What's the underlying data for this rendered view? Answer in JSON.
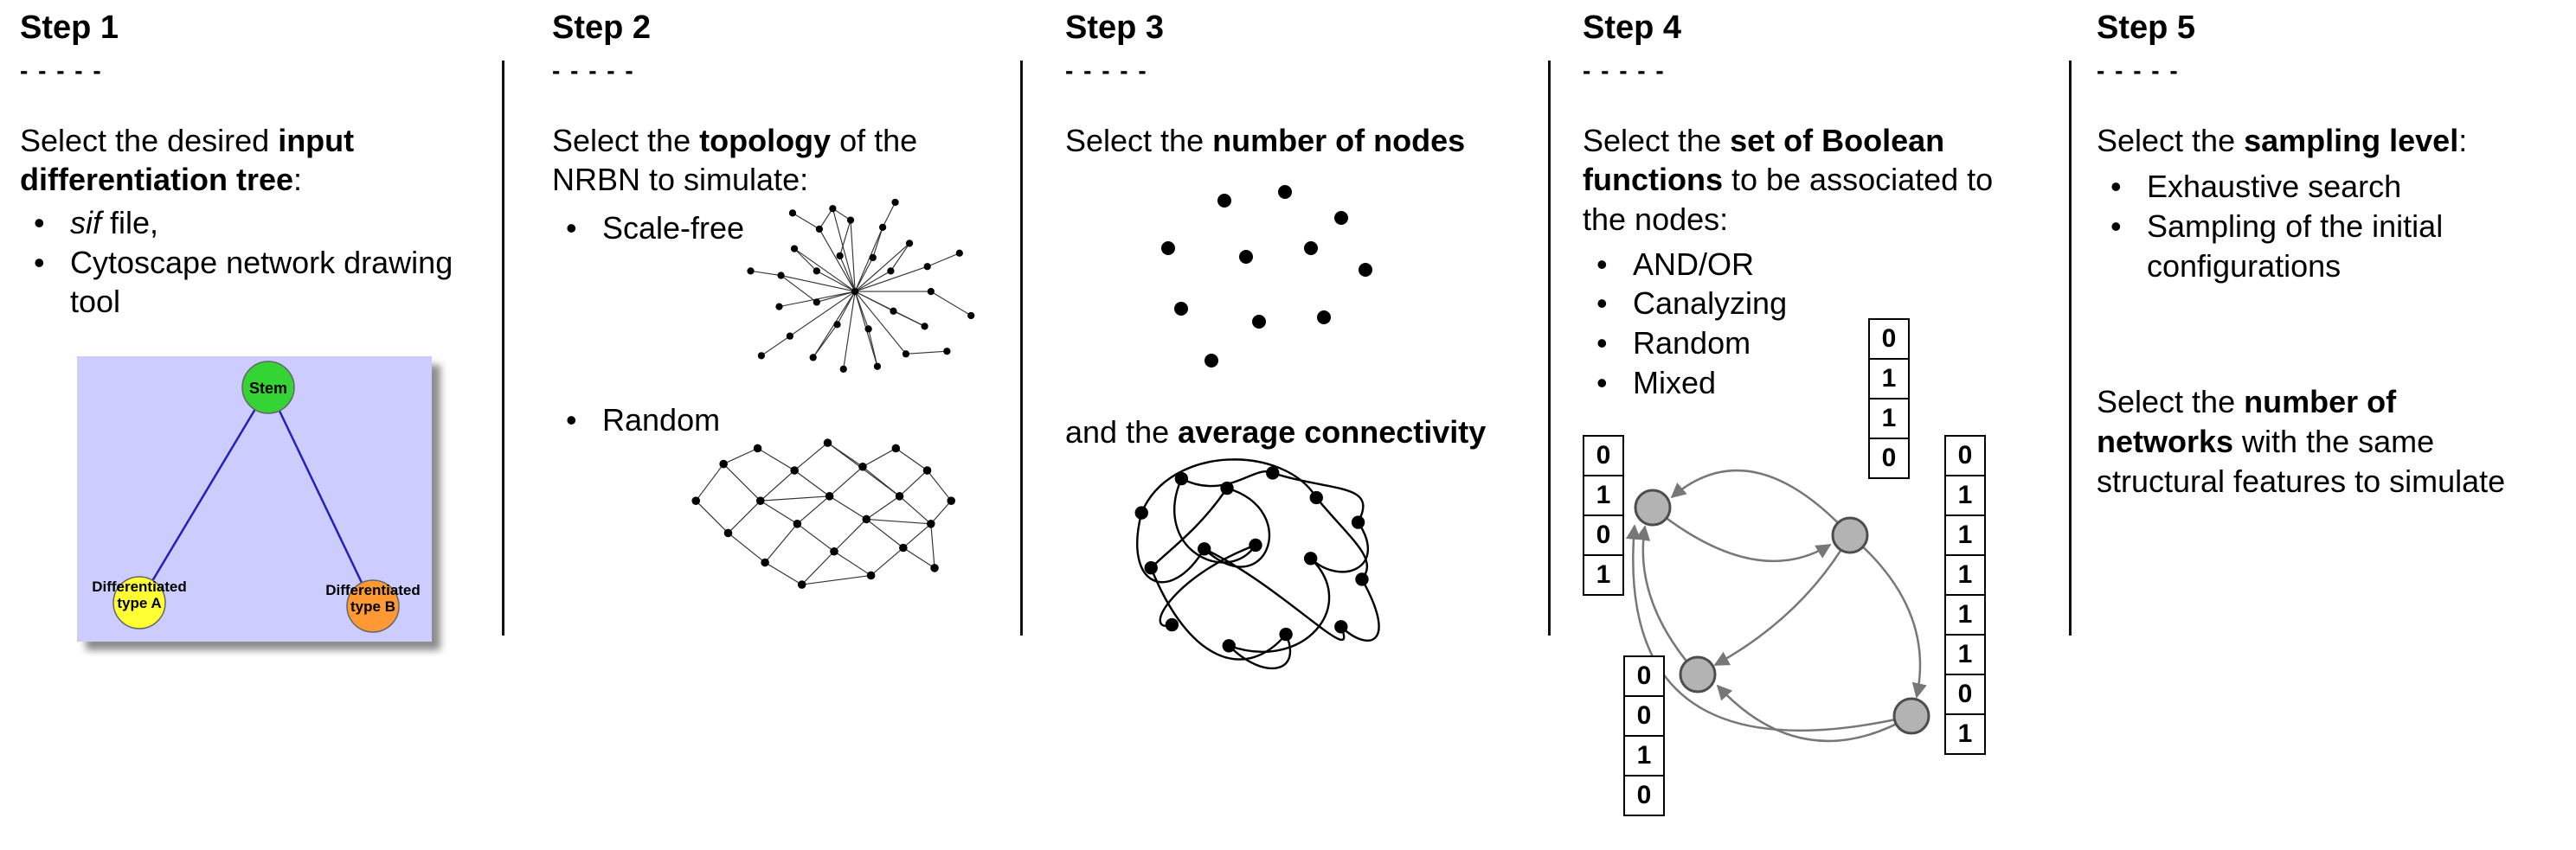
{
  "step1": {
    "title": "Step 1",
    "dashes": "- - - - -",
    "intro_pre": "Select the desired ",
    "intro_bold": "input differentiation tree",
    "intro_post": ":",
    "bullet1_italic": "sif",
    "bullet1_rest": " file,",
    "bullet2": "Cytoscape network drawing tool",
    "tree": {
      "stem_label": "Stem",
      "node_a_line1": "Differentiated",
      "node_a_line2": "type A",
      "node_b_line1": "Differentiated",
      "node_b_line2": "type B",
      "bg_color": "#ccccff",
      "stem_color": "#33d433",
      "node_a_color": "#ffff33",
      "node_b_color": "#ff9933",
      "edge_color": "#2222bb"
    }
  },
  "step2": {
    "title": "Step 2",
    "dashes": "- - - - -",
    "intro_pre": "Select the ",
    "intro_bold": "topology",
    "intro_post": " of the NRBN to simulate:",
    "bullet1": "Scale-free",
    "bullet2": "Random"
  },
  "step3": {
    "title": "Step 3",
    "dashes": "- - - - -",
    "para1_pre": "Select the ",
    "para1_bold": "number of nodes",
    "para2_pre": "and the ",
    "para2_bold": "average connectivity"
  },
  "step4": {
    "title": "Step 4",
    "dashes": "- - - - -",
    "intro_pre": "Select the ",
    "intro_bold": "set of Boolean functions",
    "intro_post": " to be associated to the nodes:",
    "bullets": [
      "AND/OR",
      "Canalyzing",
      "Random",
      "Mixed"
    ],
    "node_color": "#b3b3b3",
    "arrow_color": "#777777",
    "tables": {
      "top": [
        "0",
        "1",
        "1",
        "0"
      ],
      "left": [
        "0",
        "1",
        "0",
        "1"
      ],
      "bottom": [
        "0",
        "0",
        "1",
        "0"
      ],
      "right": [
        "0",
        "1",
        "1",
        "1",
        "1",
        "1",
        "0",
        "1"
      ]
    }
  },
  "step5": {
    "title": "Step 5",
    "dashes": "- - - - -",
    "intro_pre": "Select the ",
    "intro_bold": "sampling level",
    "intro_post": ":",
    "bullet1": "Exhaustive search",
    "bullet2": "Sampling of the initial configurations",
    "para2_l1a": "Select the ",
    "para2_l1b": "number of",
    "para2_l2a": "networks",
    "para2_l2b": " with the same",
    "para2_l3": "structural features to simulate"
  }
}
